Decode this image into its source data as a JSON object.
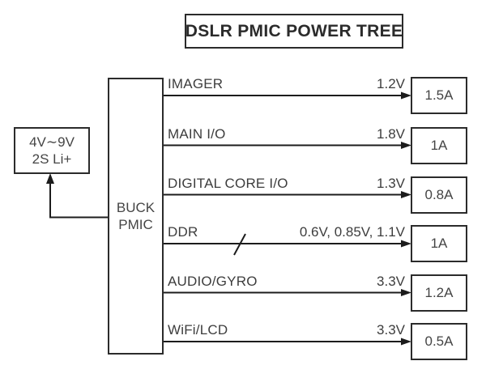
{
  "title": "DSLR PMIC POWER TREE",
  "source": {
    "line1": "4V∼9V",
    "line2": "2S Li+"
  },
  "pmic": {
    "line1": "BUCK",
    "line2": "PMIC"
  },
  "rows": [
    {
      "label": "IMAGER",
      "voltage": "1.2V",
      "current": "1.5A"
    },
    {
      "label": "MAIN I/O",
      "voltage": "1.8V",
      "current": "1A"
    },
    {
      "label": "DIGITAL CORE I/O",
      "voltage": "1.3V",
      "current": "0.8A"
    },
    {
      "label": "DDR",
      "voltage": "0.6V, 0.85V, 1.1V",
      "current": "1A",
      "bus_slash": true
    },
    {
      "label": "AUDIO/GYRO",
      "voltage": "3.3V",
      "current": "1.2A"
    },
    {
      "label": "WiFi/LCD",
      "voltage": "3.3V",
      "current": "0.5A"
    }
  ],
  "colors": {
    "line": "#1c1c1c",
    "box_border": "#2b2b2b",
    "text": "#3d3d3d",
    "title_text": "#2b2b2b",
    "background": "#ffffff"
  }
}
